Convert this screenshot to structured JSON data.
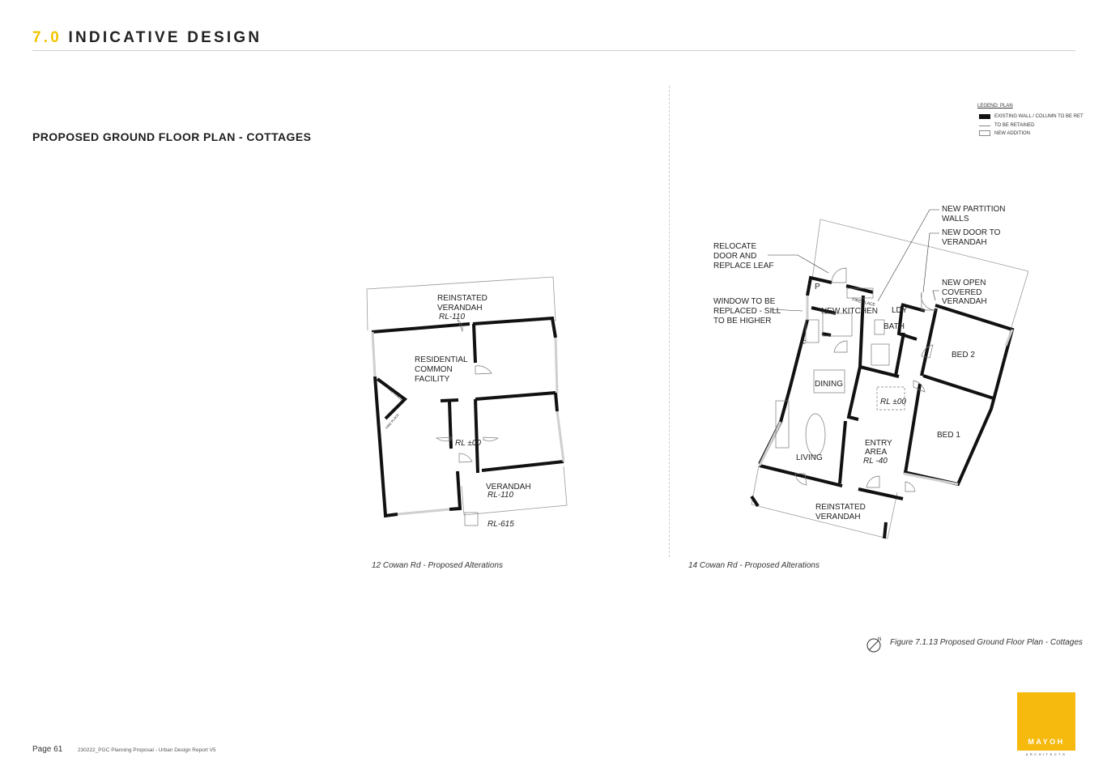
{
  "header": {
    "number": "7.0",
    "title": "INDICATIVE DESIGN"
  },
  "subtitle": "PROPOSED GROUND FLOOR PLAN - COTTAGES",
  "legend": {
    "title": "LEGEND: PLAN",
    "items": [
      "EXISTING WALL / COLUMN TO BE RET",
      "TO BE RETAINED",
      "NEW ADDITION"
    ]
  },
  "plan_12": {
    "caption": "12 Cowan Rd - Proposed Alterations",
    "labels": {
      "reinstated_verandah_1": "REINSTATED",
      "reinstated_verandah_2": "VERANDAH",
      "rl_110_top": "RL-110",
      "residential_1": "RESIDENTIAL",
      "residential_2": "COMMON",
      "residential_3": "FACILITY",
      "fireplace_1": "FIRE PLACE",
      "fireplace_2": "FIRE PLACE",
      "rl_00": "RL ±00",
      "verandah": "VERANDAH",
      "rl_110_bottom": "RL-110",
      "rl_615": "RL-615"
    }
  },
  "plan_14": {
    "caption": "14 Cowan Rd - Proposed Alterations",
    "rooms": {
      "new_kitchen": "NEW KITCHEN",
      "ldy": "LDY",
      "bath": "BATH",
      "p": "P",
      "f": "F",
      "fire_place": "FIRE PLACE",
      "dining": "DINING",
      "rl_00": "RL ±00",
      "bed_2": "BED 2",
      "bed_1": "BED 1",
      "living": "LIVING",
      "entry_1": "ENTRY",
      "entry_2": "AREA",
      "rl_40": "RL -40",
      "reinstated_1": "REINSTATED",
      "reinstated_2": "VERANDAH"
    },
    "callouts": {
      "relocate_1": "RELOCATE",
      "relocate_2": "DOOR AND",
      "relocate_3": "REPLACE LEAF",
      "window_1": "WINDOW TO BE",
      "window_2": "REPLACED - SILL",
      "window_3": "TO BE HIGHER",
      "partition_1": "NEW PARTITION",
      "partition_2": "WALLS",
      "door_1": "NEW DOOR TO",
      "door_2": "VERANDAH",
      "open_1": "NEW OPEN",
      "open_2": "COVERED",
      "open_3": "VERANDAH"
    }
  },
  "figure_caption": "Figure 7.1.13 Proposed Ground Floor Plan - Cottages",
  "north_label": "N",
  "footer": {
    "page": "Page 61",
    "document": "230222_PGC Planning Proposal - Urban Design Report V5"
  },
  "logo": {
    "name": "MAYOH",
    "sub": "ARCHITECTS"
  },
  "colors": {
    "accent_yellow": "#f2c400",
    "logo_orange": "#f6b90e",
    "wall": "#111111"
  }
}
